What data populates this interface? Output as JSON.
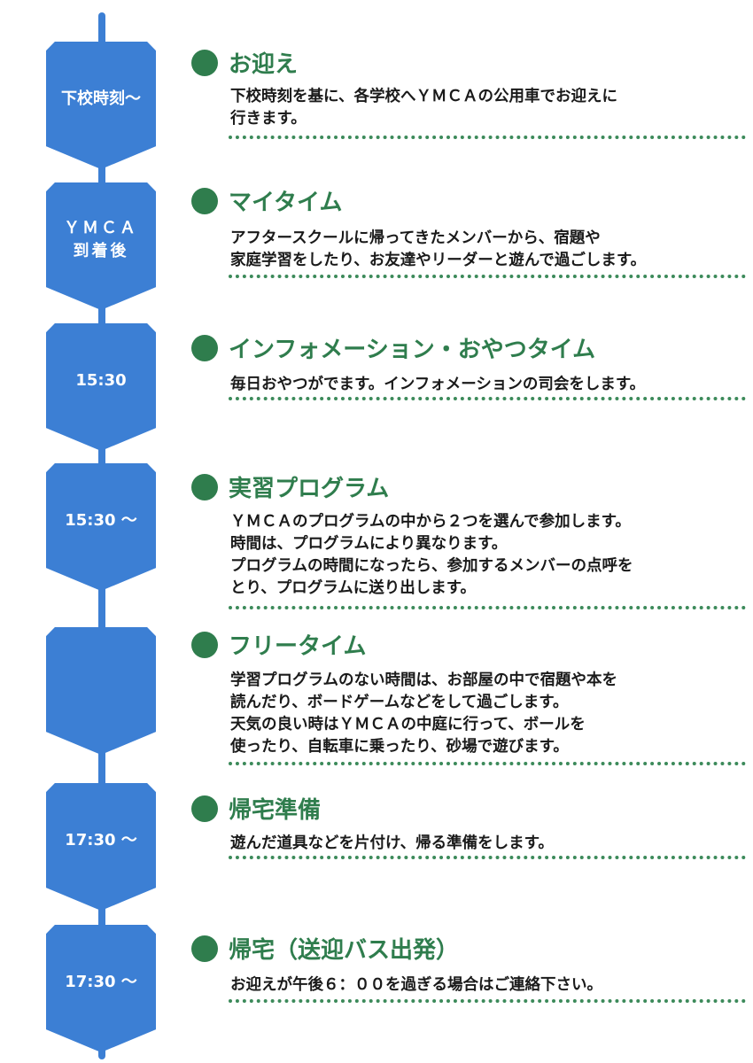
{
  "schedule": [
    {
      "time": "下校時刻〜",
      "title": "お迎え",
      "description": "下校時刻を基に、各学校へＹＭＣＡの公用車でお迎えに\n行きます。"
    },
    {
      "time": "ＹＭＣＡ\n到着後",
      "title": "マイタイム",
      "description": "アフタースクールに帰ってきたメンバーから、宿題や\n家庭学習をしたり、お友達やリーダーと遊んで過ごします。"
    },
    {
      "time": "15:30",
      "title": "インフォメーション・おやつタイム",
      "description": "毎日おやつがでます。インフォメーションの司会をします。"
    },
    {
      "time": "15:30 〜",
      "title": "実習プログラム",
      "description": "ＹＭＣＡのプログラムの中から２つを選んで参加します。\n時間は、プログラムにより異なります。\nプログラムの時間になったら、参加するメンバーの点呼を\nとり、プログラムに送り出します。"
    },
    {
      "time": "",
      "title": "フリータイム",
      "description": "学習プログラムのない時間は、お部屋の中で宿題や本を\n読んだり、ボードゲームなどをして過ごします。\n天気の良い時はＹＭＣＡの中庭に行って、ボールを\n使ったり、自転車に乗ったり、砂場で遊びます。"
    },
    {
      "time": "17:30 〜",
      "title": "帰宅準備",
      "description": "遊んだ道具などを片付け、帰る準備をします。"
    },
    {
      "time": "17:30 〜",
      "title": "帰宅（送迎バス出発）",
      "description": "お迎えが午後６：００を過ぎる場合はご連絡下さい。"
    }
  ],
  "colors": {
    "timeline_blue": "#3c7fd4",
    "title_green": "#2f7d4d",
    "dotted_line_green": "#3c8a5a"
  }
}
